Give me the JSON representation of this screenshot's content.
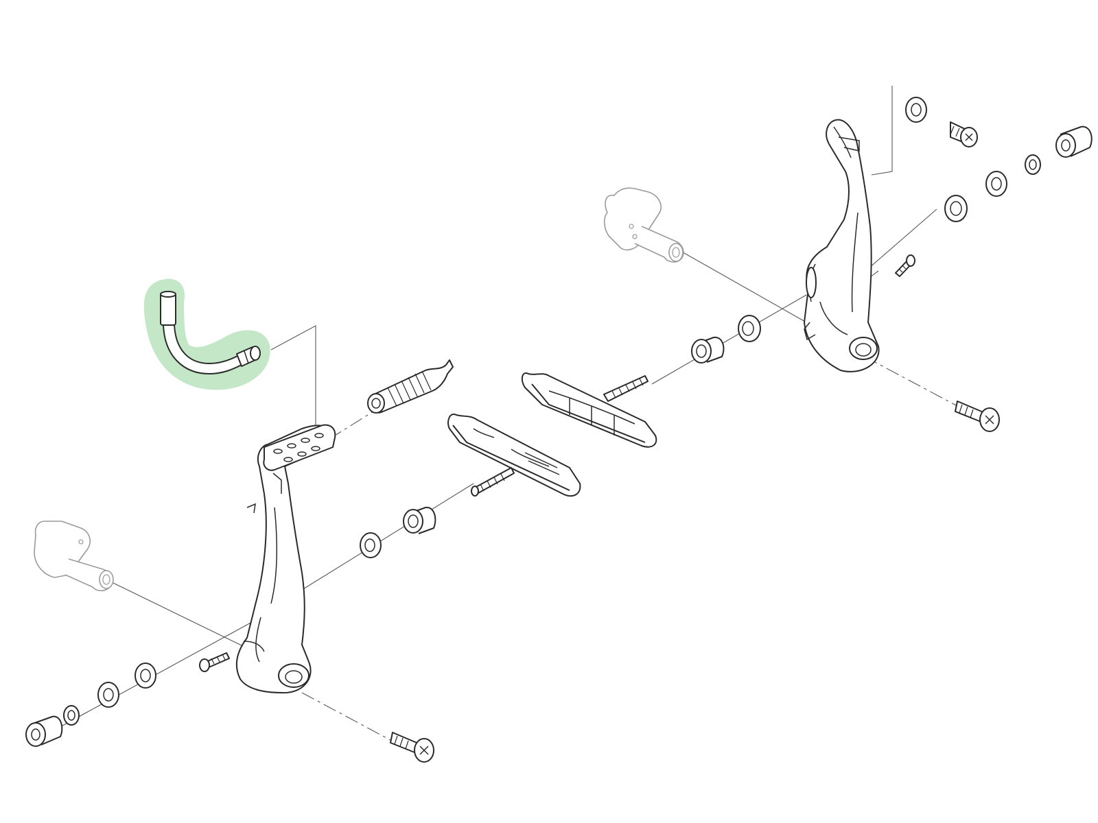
{
  "diagram": {
    "highlight_color": "#b9e3be",
    "line_color": "#2a2a2a",
    "ghost_color": "#9a9a9a",
    "parts": [
      {
        "id": "cable-noodle",
        "icon": "bent-tube-icon",
        "highlighted": true
      },
      {
        "id": "cable-boot",
        "icon": "spring-boot-icon",
        "highlighted": false
      },
      {
        "id": "left-brake-arm",
        "icon": "brake-arm-icon",
        "highlighted": false
      },
      {
        "id": "right-brake-arm",
        "icon": "brake-arm-icon",
        "highlighted": false
      },
      {
        "id": "front-brake-shoe",
        "icon": "brake-pad-icon",
        "highlighted": false
      },
      {
        "id": "rear-brake-shoe",
        "icon": "brake-pad-icon",
        "highlighted": false
      },
      {
        "id": "left-frame-boss",
        "icon": "frame-boss-icon",
        "highlighted": false
      },
      {
        "id": "right-frame-boss",
        "icon": "frame-boss-icon",
        "highlighted": false
      },
      {
        "id": "mounting-bolts",
        "icon": "bolt-icon",
        "highlighted": false
      },
      {
        "id": "washers",
        "icon": "washer-icon",
        "highlighted": false
      },
      {
        "id": "spacers",
        "icon": "spacer-icon",
        "highlighted": false
      },
      {
        "id": "shoe-nuts",
        "icon": "cap-nut-icon",
        "highlighted": false
      },
      {
        "id": "tension-screws",
        "icon": "small-screw-icon",
        "highlighted": false
      }
    ]
  }
}
